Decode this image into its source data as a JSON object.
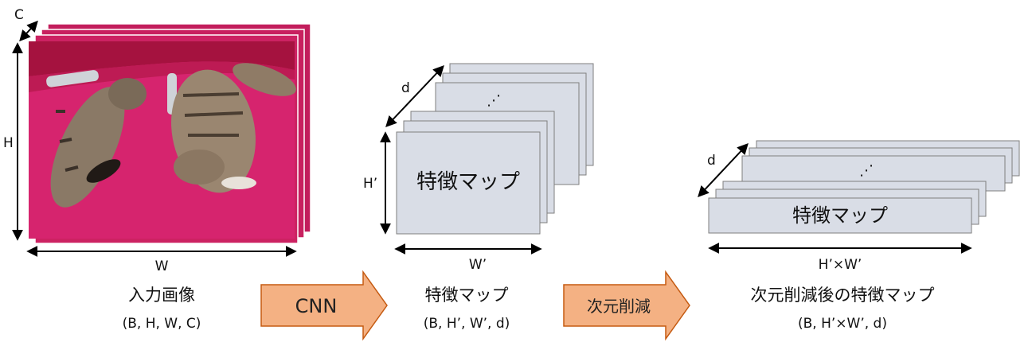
{
  "input": {
    "dim_c": "C",
    "dim_h": "H",
    "dim_w": "W",
    "title": "入力画像",
    "shape": "(B, H, W, C)",
    "image_icon": "photo-of-two-cats-on-pink-blanket"
  },
  "cnn_arrow": {
    "label": "CNN"
  },
  "feature": {
    "dim_d": "d",
    "dim_h": "H’",
    "dim_w": "W’",
    "ellipsis": "⋰",
    "card_label": "特徴マップ",
    "title": "特徴マップ",
    "shape": "(B, H’, W’, d)"
  },
  "reduce_arrow": {
    "label": "次元削減"
  },
  "reduced": {
    "dim_d": "d",
    "dim_hw": "H’×W’",
    "ellipsis": "⋰",
    "card_label": "特徴マップ",
    "title": "次元削減後の特徴マップ",
    "shape": "(B, H’×W’, d)"
  },
  "colors": {
    "card_fill": "#d9dde6",
    "card_stroke": "#7f7f7f",
    "arrow_fill": "#f4b183",
    "arrow_stroke": "#c55a11",
    "photo_pink": "#d6246e"
  }
}
